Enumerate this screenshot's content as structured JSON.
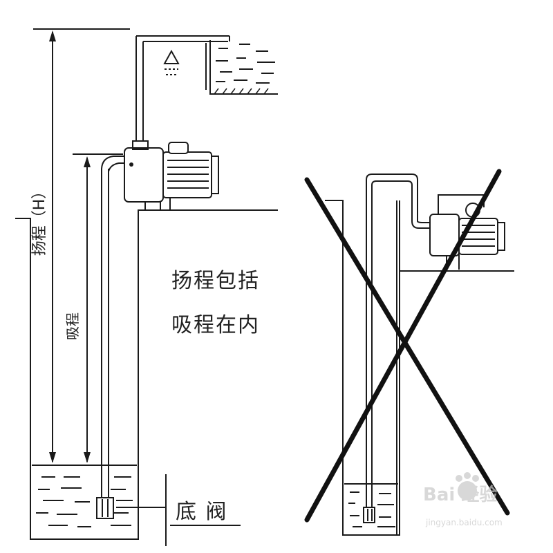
{
  "labels": {
    "lift_total_vertical": "扬程（H）",
    "suction_lift_vertical": "吸程",
    "note_line1": "扬程包括",
    "note_line2": "吸程在内",
    "foot_valve": "底 阀"
  },
  "watermark": {
    "brand": "Bai 经验",
    "url": "jingyan.baidu.com"
  },
  "colors": {
    "line": "#1a1a1a",
    "cross": "#111111",
    "watermark": "#c8c8c8"
  }
}
